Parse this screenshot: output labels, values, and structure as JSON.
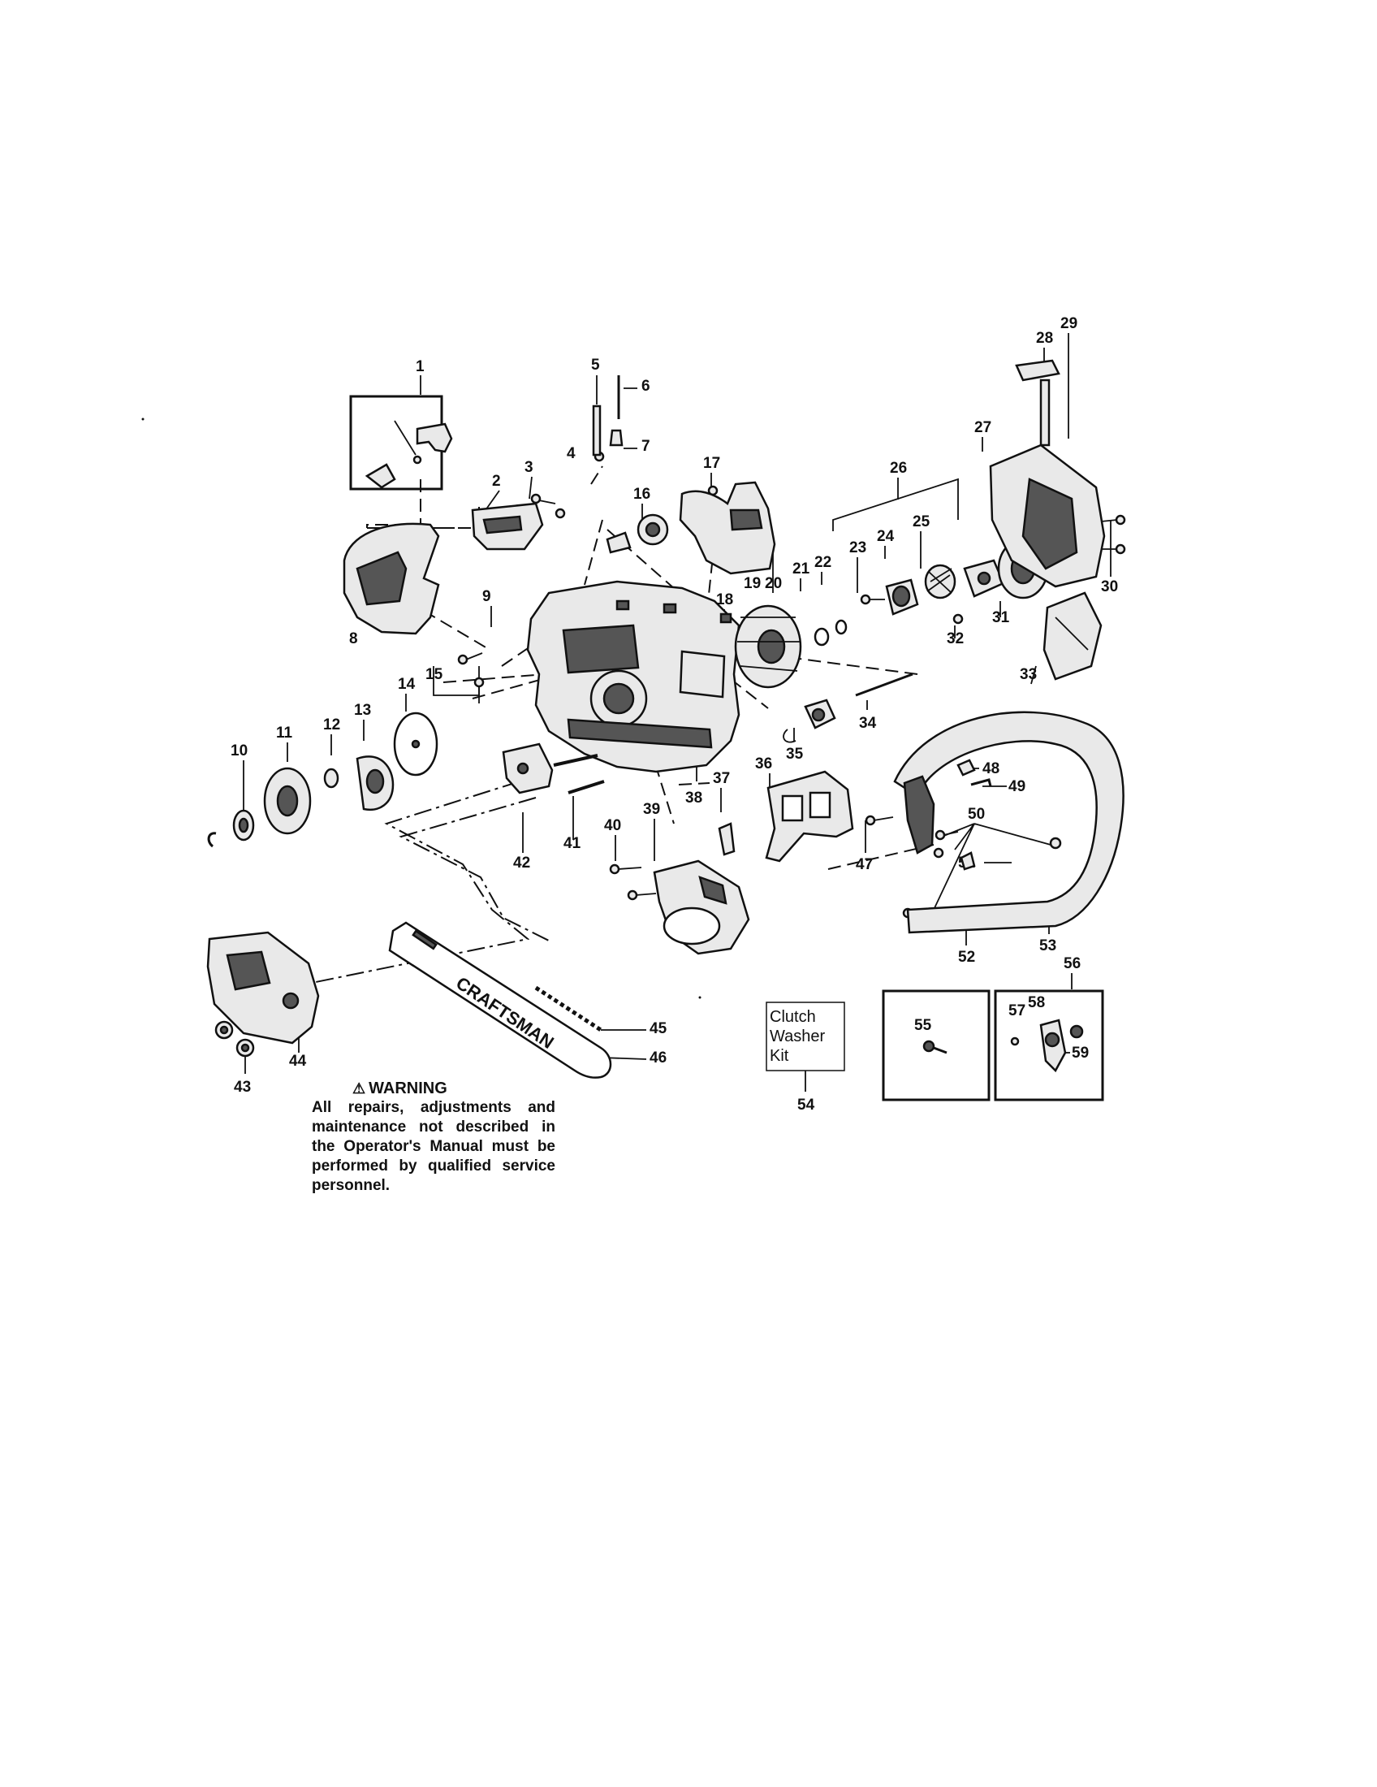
{
  "warning": {
    "title": "WARNING",
    "text": "All repairs, adjustments and maintenance not described in the Operator's Manual must be performed by qualified service personnel."
  },
  "kit_box": {
    "label": "Clutch Washer Kit"
  },
  "brand_on_bar": "CRAFTSMAN",
  "callouts": [
    "1",
    "2",
    "3",
    "4",
    "5",
    "6",
    "7",
    "8",
    "9",
    "10",
    "11",
    "12",
    "13",
    "14",
    "15",
    "16",
    "17",
    "18",
    "19",
    "20",
    "21",
    "22",
    "23",
    "24",
    "25",
    "26",
    "27",
    "28",
    "29",
    "30",
    "31",
    "32",
    "33",
    "34",
    "35",
    "36",
    "37",
    "38",
    "39",
    "40",
    "41",
    "42",
    "43",
    "44",
    "45",
    "46",
    "47",
    "48",
    "49",
    "50",
    "51",
    "52",
    "53",
    "54",
    "55",
    "56",
    "57",
    "58",
    "59"
  ]
}
